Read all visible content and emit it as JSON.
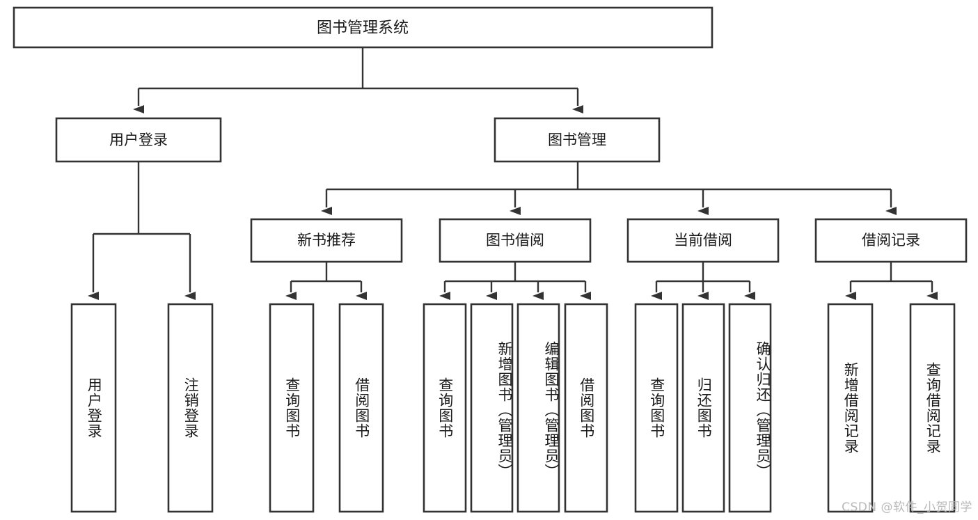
{
  "diagram": {
    "title": "图书管理系统",
    "type": "hierarchy-tree",
    "levels": 4,
    "root": {
      "id": "root",
      "label": "图书管理系统",
      "orientation": "horizontal"
    },
    "level2": [
      {
        "id": "user-login",
        "label": "用户登录",
        "orientation": "horizontal"
      },
      {
        "id": "book-manage",
        "label": "图书管理",
        "orientation": "horizontal"
      }
    ],
    "level3": [
      {
        "id": "new-book-rec",
        "label": "新书推荐",
        "orientation": "horizontal",
        "parent": "book-manage"
      },
      {
        "id": "book-borrow",
        "label": "图书借阅",
        "orientation": "horizontal",
        "parent": "book-manage"
      },
      {
        "id": "current-borrow",
        "label": "当前借阅",
        "orientation": "horizontal",
        "parent": "book-manage"
      },
      {
        "id": "borrow-record",
        "label": "借阅记录",
        "orientation": "horizontal",
        "parent": "book-manage"
      }
    ],
    "leaves": [
      {
        "id": "leaf-user-login",
        "label": "用户登录",
        "parent": "user-login",
        "orientation": "vertical"
      },
      {
        "id": "leaf-logout",
        "label": "注销登录",
        "parent": "user-login",
        "orientation": "vertical"
      },
      {
        "id": "leaf-query-book-1",
        "label": "查询图书",
        "parent": "new-book-rec",
        "orientation": "vertical"
      },
      {
        "id": "leaf-borrow-book-1",
        "label": "借阅图书",
        "parent": "new-book-rec",
        "orientation": "vertical"
      },
      {
        "id": "leaf-query-book-2",
        "label": "查询图书",
        "parent": "book-borrow",
        "orientation": "vertical"
      },
      {
        "id": "leaf-add-book",
        "label": "新增图书（管理员）",
        "parent": "book-borrow",
        "orientation": "vertical"
      },
      {
        "id": "leaf-edit-book",
        "label": "编辑图书（管理员）",
        "parent": "book-borrow",
        "orientation": "vertical"
      },
      {
        "id": "leaf-borrow-book-2",
        "label": "借阅图书",
        "parent": "book-borrow",
        "orientation": "vertical"
      },
      {
        "id": "leaf-query-book-3",
        "label": "查询图书",
        "parent": "current-borrow",
        "orientation": "vertical"
      },
      {
        "id": "leaf-return-book",
        "label": "归还图书",
        "parent": "current-borrow",
        "orientation": "vertical"
      },
      {
        "id": "leaf-confirm-return",
        "label": "确认归还（管理员）",
        "parent": "current-borrow",
        "orientation": "vertical"
      },
      {
        "id": "leaf-add-record",
        "label": "新增借阅记录",
        "parent": "borrow-record",
        "orientation": "vertical"
      },
      {
        "id": "leaf-query-record",
        "label": "查询借阅记录",
        "parent": "borrow-record",
        "orientation": "vertical"
      }
    ]
  },
  "watermark": {
    "text": "CSDN @软件_小贺同学"
  },
  "colors": {
    "stroke": "#333333",
    "fill": "#ffffff",
    "text": "#1a1a1a",
    "watermark": "#b9b9b9",
    "background": "#ffffff"
  }
}
